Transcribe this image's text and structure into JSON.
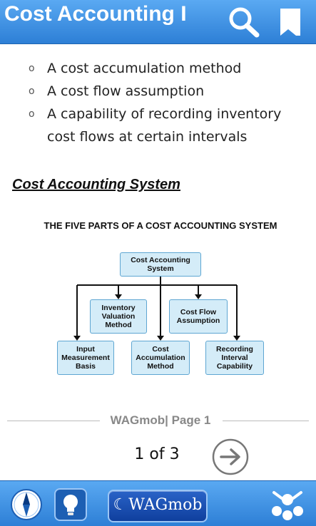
{
  "header": {
    "title": "Cost Accounting I",
    "search_icon": "search-icon",
    "bookmark_icon": "bookmark-icon"
  },
  "content": {
    "bullets": [
      "A cost accumulation method",
      "A cost flow assumption",
      "A capability of recording inventory cost flows at certain intervals"
    ],
    "bullet_mark": "o",
    "section_title": "Cost Accounting System",
    "diagram": {
      "title": "THE FIVE PARTS OF A COST ACCOUNTING SYSTEM",
      "root": "Cost Accounting System",
      "upper": [
        "Inventory Valuation Method",
        "Cost Flow Assumption"
      ],
      "lower": [
        "Input Measurement Basis",
        "Cost Accumulation Method",
        "Recording Interval Capability"
      ]
    }
  },
  "footer": {
    "label": "WAGmob| Page 1",
    "page_indicator": "1 of 3",
    "next_icon": "arrow-right-circle-icon"
  },
  "toolbar": {
    "brand_label": "WAGmob",
    "compass_icon": "compass-icon",
    "bulb_icon": "lightbulb-icon",
    "share_icon": "share-icon"
  },
  "colors": {
    "header_bar": "#3b8fe0",
    "diagram_box": "#d4ecf8",
    "diagram_border": "#5ea6d2",
    "brand_button": "#1a4fb3"
  }
}
